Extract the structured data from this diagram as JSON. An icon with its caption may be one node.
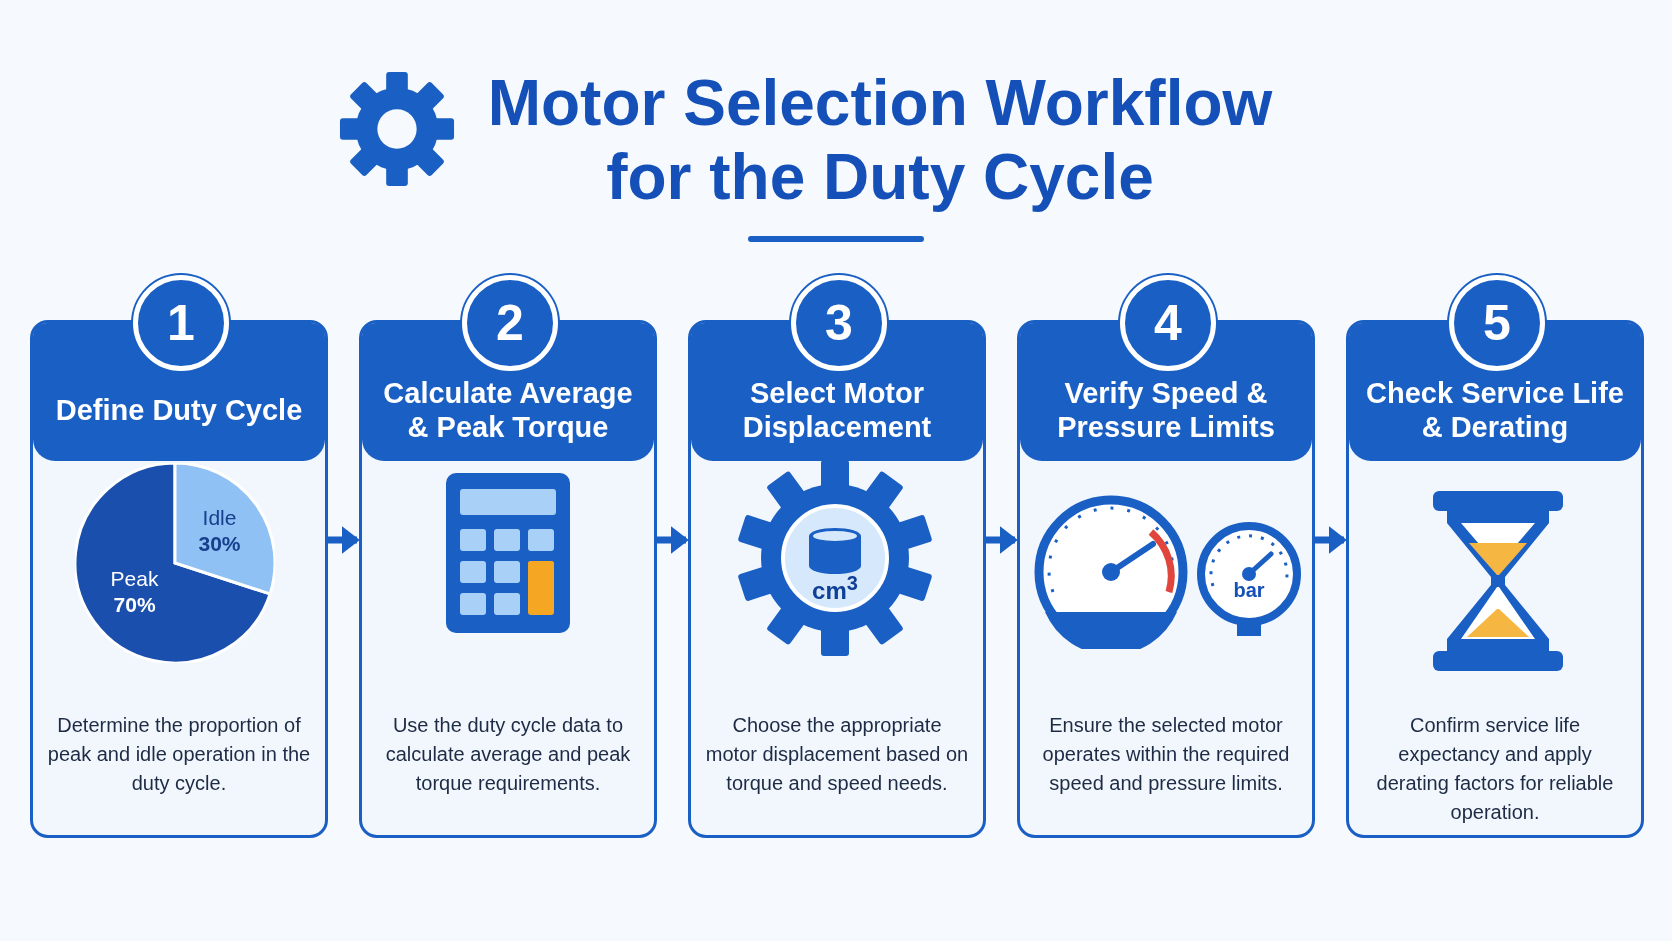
{
  "diagram": {
    "title": "Motor Selection Workflow for the Duty Cycle",
    "nodes": [
      {
        "text": [
          "1",
          "Define Duty Cycle",
          "Determine the proportion of peak and idle operation in the duty cycle."
        ]
      },
      {
        "text": [
          "2",
          "Calculate Average & Peak Torque",
          "Use the duty cycle data to calculate average and peak torque requirements."
        ]
      },
      {
        "text": [
          "3",
          "Select Motor Displacement",
          "Choose the appropriate motor displacement based on torque and speed needs."
        ]
      },
      {
        "text": [
          "4",
          "Verify Speed & Pressure Limits",
          "Ensure the selected motor operates within the required speed and pressure limits."
        ]
      },
      {
        "text": [
          "5",
          "Check Service Life & Derating",
          "Confirm service life expectancy and apply derating factors for reliable operation."
        ]
      }
    ],
    "edges": [
      {
        "from": 0,
        "to": 1,
        "arrow": "to"
      },
      {
        "from": 1,
        "to": 2,
        "arrow": "to"
      },
      {
        "from": 2,
        "to": 3,
        "arrow": "to"
      },
      {
        "from": 3,
        "to": 4,
        "arrow": "to"
      }
    ],
    "labels": [
      "cm$^{3}$",
      "bar"
    ],
    "chart_data": {
      "type": "pie",
      "categories": [
        "Peak",
        "Idle"
      ],
      "values": [
        70,
        30
      ],
      "value_labels": [
        "70%",
        "30%"
      ]
    }
  }
}
